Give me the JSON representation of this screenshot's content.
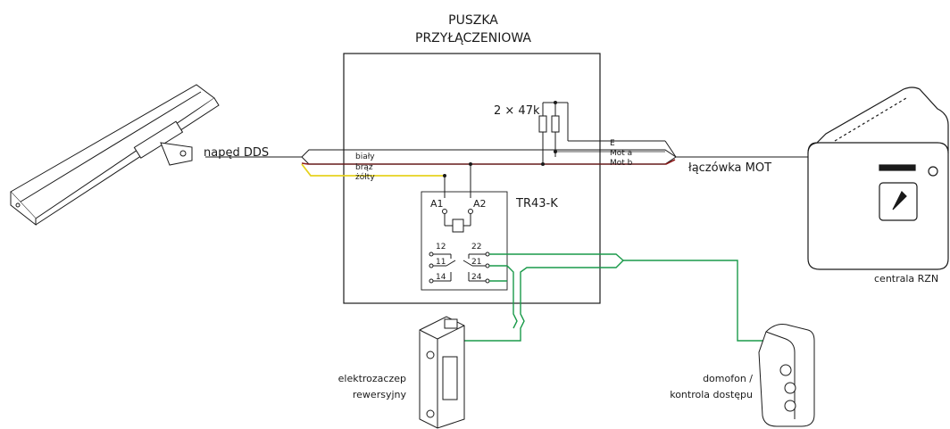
{
  "title": {
    "line1": "PUSZKA",
    "line2": "PRZYŁĄCZENIOWA"
  },
  "resistors": {
    "label": "2 × 47k"
  },
  "cables": {
    "left_label": "napęd DDS",
    "right_label": "łączówka MOT",
    "wires_left": [
      "biały",
      "brąz",
      "żółty"
    ],
    "wires_right": [
      "E",
      "Mot a",
      "Mot b"
    ]
  },
  "relay": {
    "name": "TR43-K",
    "coil_terminals": [
      "A1",
      "A2"
    ],
    "contacts_left": [
      "12",
      "11",
      "14"
    ],
    "contacts_right": [
      "22",
      "21",
      "24"
    ]
  },
  "devices": {
    "central": "centrala RZN",
    "strike": [
      "elektrozaczep",
      "rewersyjny"
    ],
    "intercom": [
      "domofon /",
      "kontrola dostępu"
    ]
  },
  "colors": {
    "wire_brown": "#8b1a1a",
    "wire_yellow": "#e6d21e",
    "wire_green": "#1a9a4a",
    "line": "#1a1a1a"
  }
}
